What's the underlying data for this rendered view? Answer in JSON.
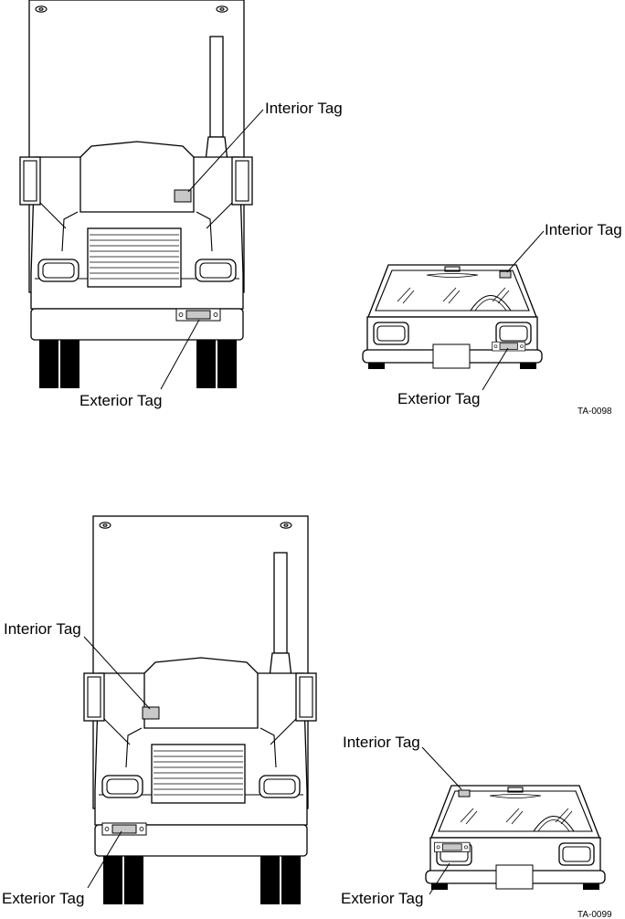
{
  "figures": [
    {
      "id": "TA-0098",
      "labels": {
        "truck_interior": "Interior Tag",
        "truck_exterior": "Exterior Tag",
        "car_interior": "Interior Tag",
        "car_exterior": "Exterior Tag"
      },
      "figure_code": "TA-0098"
    },
    {
      "id": "TA-0099",
      "labels": {
        "truck_interior": "Interior Tag",
        "truck_exterior": "Exterior Tag",
        "car_interior": "Interior Tag",
        "car_exterior": "Exterior Tag"
      },
      "figure_code": "TA-0099"
    }
  ],
  "colors": {
    "tag_fill": "#c8c8c8",
    "line": "#000000",
    "background": "#ffffff"
  }
}
